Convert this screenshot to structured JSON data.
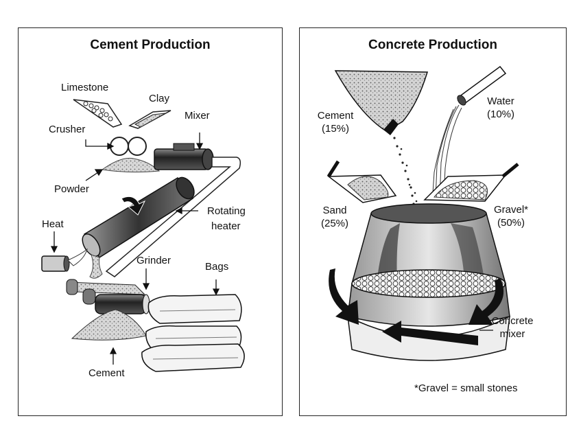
{
  "cement": {
    "title": "Cement Production",
    "labels": {
      "limestone": "Limestone",
      "clay": "Clay",
      "crusher": "Crusher",
      "mixer": "Mixer",
      "powder": "Powder",
      "rotating_heater_1": "Rotating",
      "rotating_heater_2": "heater",
      "heat": "Heat",
      "grinder": "Grinder",
      "bags": "Bags",
      "cement": "Cement"
    }
  },
  "concrete": {
    "title": "Concrete Production",
    "labels": {
      "cement_1": "Cement",
      "cement_2": "(15%)",
      "water_1": "Water",
      "water_2": "(10%)",
      "sand_1": "Sand",
      "sand_2": "(25%)",
      "gravel_1": "Gravel*",
      "gravel_2": "(50%)",
      "mixer_1": "Concrete",
      "mixer_2": "mixer"
    },
    "footnote": "*Gravel = small stones"
  }
}
